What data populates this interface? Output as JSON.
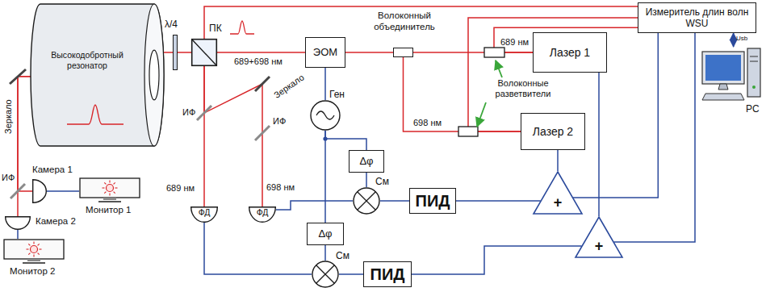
{
  "diagram": {
    "nodes": [
      {
        "text": [
          "Высокодобротный резонатор"
        ]
      },
      {
        "text": [
          "λ/4"
        ]
      },
      {
        "text": [
          "ПК"
        ]
      },
      {
        "text": [
          "ЭОМ"
        ]
      },
      {
        "text": [
          "Волоконный объединитель"
        ]
      },
      {
        "text": [
          "Измеритель длин волн WSU"
        ]
      },
      {
        "text": [
          "Лазер 1"
        ]
      },
      {
        "text": [
          "Лазер 2"
        ]
      },
      {
        "text": [
          "PC"
        ]
      },
      {
        "text": [
          "Ген"
        ]
      },
      {
        "text": [
          "Δφ"
        ]
      },
      {
        "text": [
          "См"
        ]
      },
      {
        "text": [
          "ПИД"
        ]
      },
      {
        "text": [
          "+"
        ]
      },
      {
        "text": [
          "Δφ"
        ]
      },
      {
        "text": [
          "См"
        ]
      },
      {
        "text": [
          "ПИД"
        ]
      },
      {
        "text": [
          "+"
        ]
      },
      {
        "text": [
          "ФД"
        ]
      },
      {
        "text": [
          "ФД"
        ]
      },
      {
        "text": [
          "Камера 1"
        ]
      },
      {
        "text": [
          "Монитор 1"
        ]
      },
      {
        "text": [
          "Камера 2"
        ]
      },
      {
        "text": [
          "Монитор 2"
        ]
      }
    ],
    "edges": [
      {
        "from": 6,
        "to": 4,
        "arrow": "none"
      },
      {
        "from": 7,
        "to": 4,
        "arrow": "none"
      },
      {
        "from": 6,
        "to": 5,
        "arrow": "none"
      },
      {
        "from": 7,
        "to": 5,
        "arrow": "none"
      },
      {
        "from": 2,
        "to": 5,
        "arrow": "none"
      },
      {
        "from": 4,
        "to": 3,
        "arrow": "none"
      },
      {
        "from": 3,
        "to": 2,
        "arrow": "none"
      },
      {
        "from": 2,
        "to": 1,
        "arrow": "none"
      },
      {
        "from": 1,
        "to": 0,
        "arrow": "none"
      },
      {
        "from": 2,
        "to": 18,
        "arrow": "none"
      },
      {
        "from": 2,
        "to": 19,
        "arrow": "none"
      },
      {
        "from": 0,
        "to": 20,
        "arrow": "none"
      },
      {
        "from": 0,
        "to": 22,
        "arrow": "none"
      },
      {
        "from": 20,
        "to": 21,
        "arrow": "none"
      },
      {
        "from": 22,
        "to": 23,
        "arrow": "none"
      },
      {
        "from": 9,
        "to": 3,
        "arrow": "none"
      },
      {
        "from": 9,
        "to": 10,
        "arrow": "none"
      },
      {
        "from": 9,
        "to": 14,
        "arrow": "none"
      },
      {
        "from": 10,
        "to": 11,
        "arrow": "none"
      },
      {
        "from": 14,
        "to": 15,
        "arrow": "none"
      },
      {
        "from": 19,
        "to": 11,
        "arrow": "none"
      },
      {
        "from": 18,
        "to": 15,
        "arrow": "none"
      },
      {
        "from": 11,
        "to": 12,
        "arrow": "none"
      },
      {
        "from": 15,
        "to": 16,
        "arrow": "none"
      },
      {
        "from": 12,
        "to": 13,
        "arrow": "none"
      },
      {
        "from": 16,
        "to": 17,
        "arrow": "none"
      },
      {
        "from": 13,
        "to": 7,
        "arrow": "none"
      },
      {
        "from": 17,
        "to": 6,
        "arrow": "none"
      },
      {
        "from": 5,
        "to": 13,
        "arrow": "none"
      },
      {
        "from": 5,
        "to": 17,
        "arrow": "none"
      },
      {
        "from": 5,
        "to": 8,
        "arrow": "both"
      }
    ],
    "labels": [
      "Зеркало",
      "ИФ",
      "Зеркало",
      "ИФ",
      "ИФ",
      "689 нм",
      "698 нм",
      "689+698 нм",
      "689 нм",
      "698 нм",
      "Волоконные разветвители",
      "Usb"
    ]
  }
}
